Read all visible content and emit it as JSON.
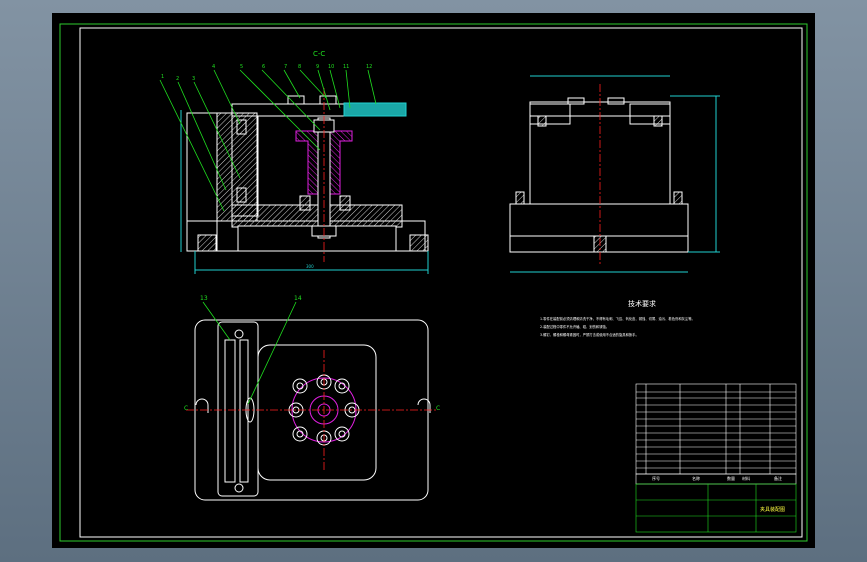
{
  "drawing": {
    "section_label": "C-C",
    "tech_title": "技术要求",
    "tech_notes": [
      "1.零件在装配前必须清理和清洗干净，不得有毛刺、飞边、氧化皮、锈蚀、切屑、油污、着色剂和灰尘等。",
      "2.装配过程中零件不允许磕、碰、划伤和锈蚀。",
      "3.螺钉、螺栓和螺母紧固时，严禁打击或使用不合适的旋具和扳手。"
    ],
    "callouts_top": [
      "1",
      "2",
      "3",
      "4",
      "5",
      "6",
      "7",
      "8",
      "9",
      "10",
      "11",
      "12"
    ],
    "callouts_plan": [
      "13",
      "14"
    ],
    "section_marks": [
      "C",
      "C"
    ],
    "dim_text": "300"
  },
  "title_block": {
    "sheet_name": "夹具装配图",
    "header_seq": "序号",
    "header_name": "名称",
    "header_qty": "数量",
    "header_material": "材料",
    "header_note": "备注"
  },
  "colors": {
    "sheet_bg": "#000000",
    "border": "#2ecc2e",
    "line": "#ffffff",
    "hatch": "#cfcfcf",
    "magenta": "#e020e0",
    "cyan": "#20d0d0",
    "green": "#1fe01f",
    "red": "#ff2020",
    "yellow": "#ffff40"
  }
}
